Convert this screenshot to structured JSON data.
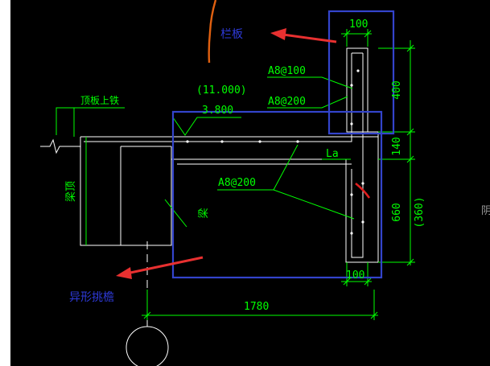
{
  "colors": {
    "background": "#000000",
    "line": "#ffffff",
    "dimension": "#00ff00",
    "highlight_box": "#3344cc",
    "annotation_text": "#2e3ad8",
    "arrow": "#e83030",
    "rebar_mark": "#e02020",
    "sketch_curve": "#e06010"
  },
  "labels": {
    "railing": "栏板",
    "special_canopy": "异形挑檐",
    "roof_top_rebar": "顶板上铁",
    "beam_top": "梁顶",
    "beam": "梁",
    "anchor": "La",
    "edge_text": "阴"
  },
  "elevations": {
    "top": "(11.000)",
    "bottom": "3.800"
  },
  "rebar": {
    "callout_1": "A8@100",
    "callout_2": "A8@200",
    "callout_3": "A8@200"
  },
  "dimensions": {
    "railing_width_top": "100",
    "railing_height": "400",
    "slab_thickness": "140",
    "beam_depth": "660",
    "beam_depth_alt": "(360)",
    "bottom_width": "100",
    "overall_length": "1780"
  }
}
